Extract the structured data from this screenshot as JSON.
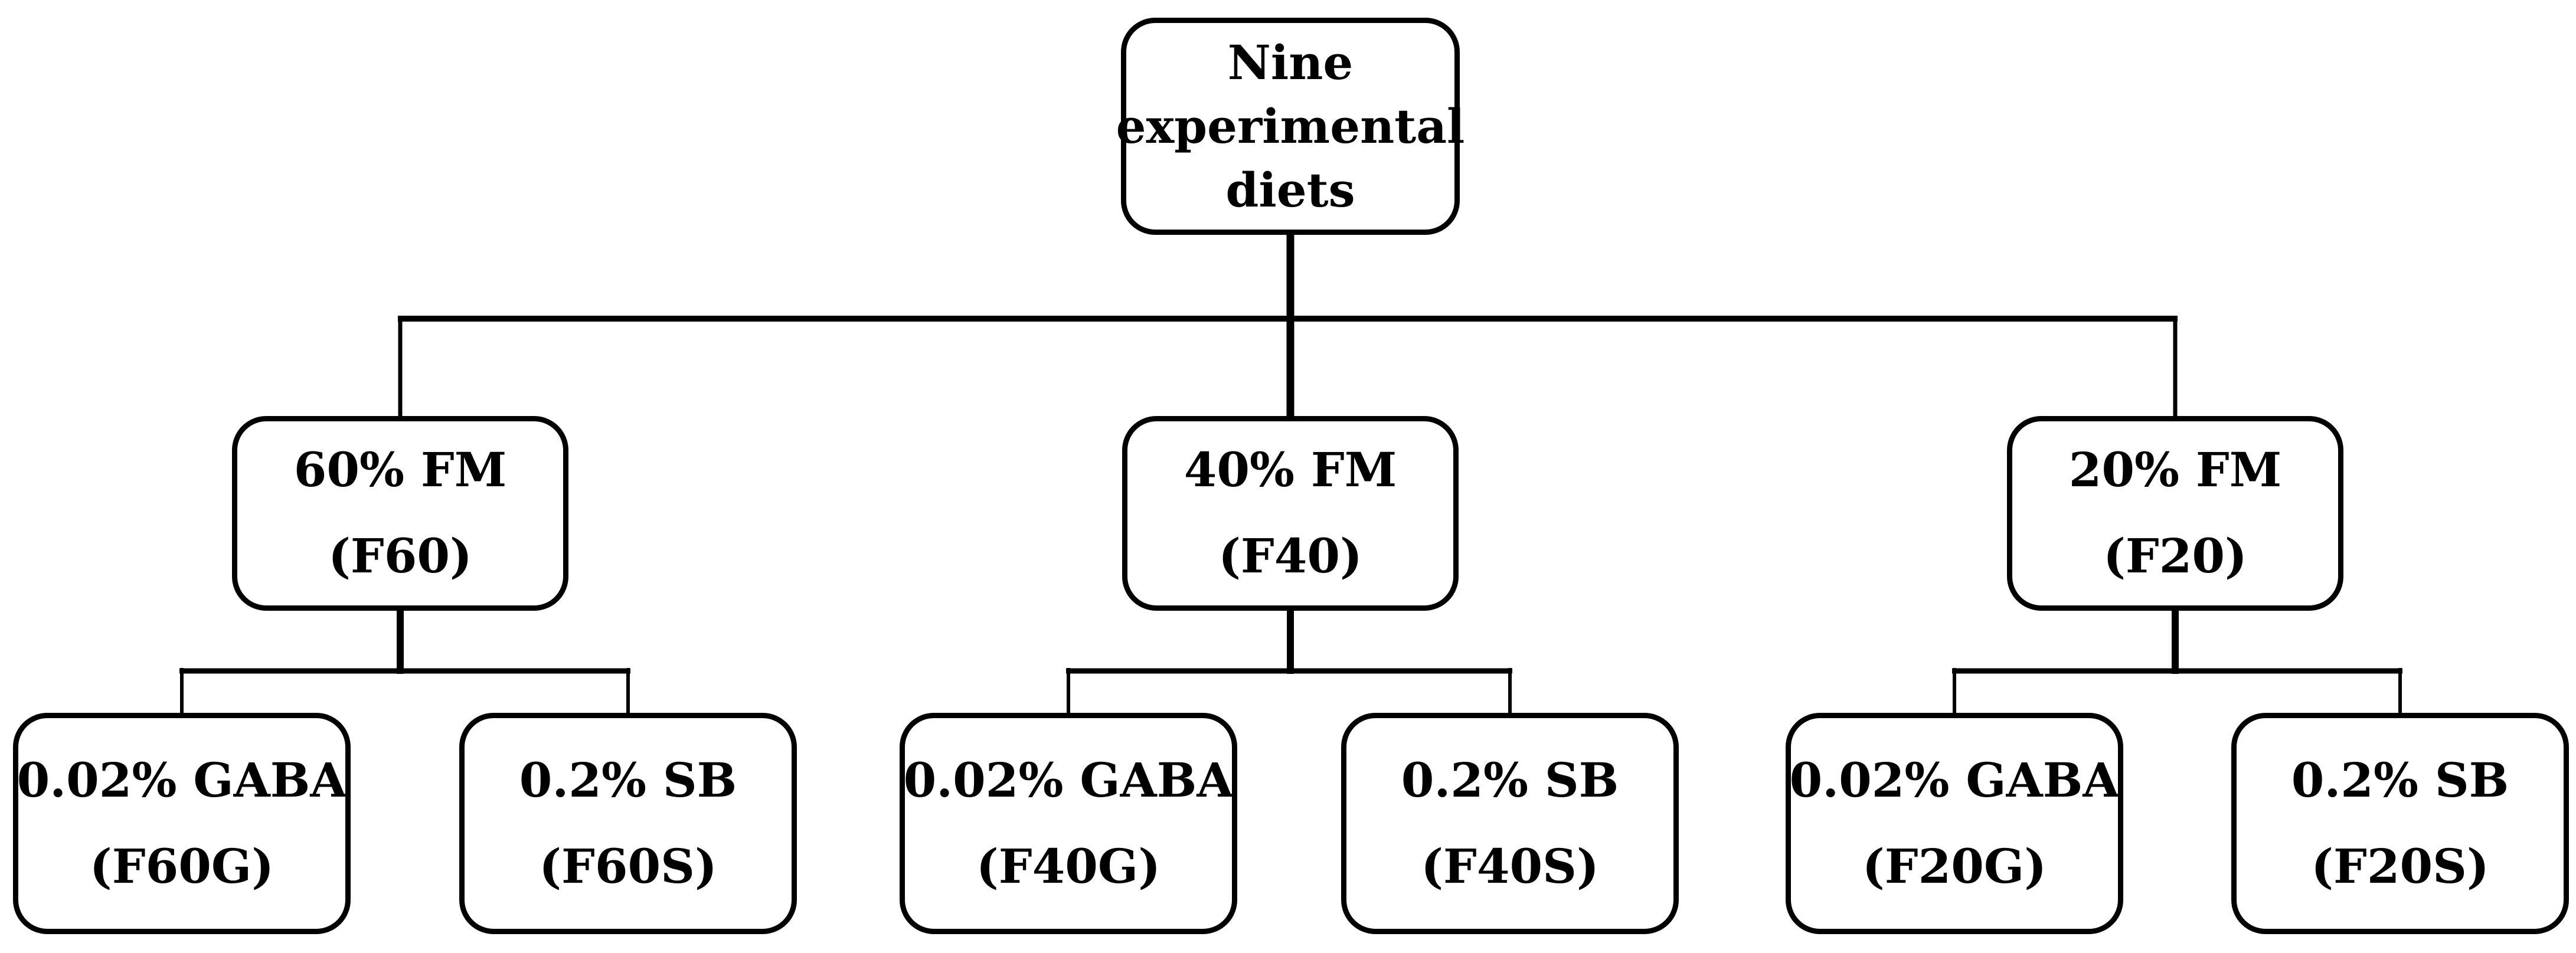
{
  "diagram": {
    "title_box": {
      "lines": [
        "Nine",
        "experimental",
        "diets"
      ]
    },
    "level2": [
      {
        "label": "60% FM",
        "code": "(F60)"
      },
      {
        "label": "40% FM",
        "code": "(F40)"
      },
      {
        "label": "20% FM",
        "code": "(F20)"
      }
    ],
    "level3": [
      {
        "label": "0.02% GABA",
        "code": "(F60G)"
      },
      {
        "label": "0.2% SB",
        "code": "(F60S)"
      },
      {
        "label": "0.02% GABA",
        "code": "(F40G)"
      },
      {
        "label": "0.2% SB",
        "code": "(F40S)"
      },
      {
        "label": "0.02% GABA",
        "code": "(F20G)"
      },
      {
        "label": "0.2% SB",
        "code": "(F20S)"
      }
    ],
    "colors": {
      "line": "#000000",
      "box_border": "#000000",
      "text": "#000000",
      "background": "#ffffff"
    }
  }
}
